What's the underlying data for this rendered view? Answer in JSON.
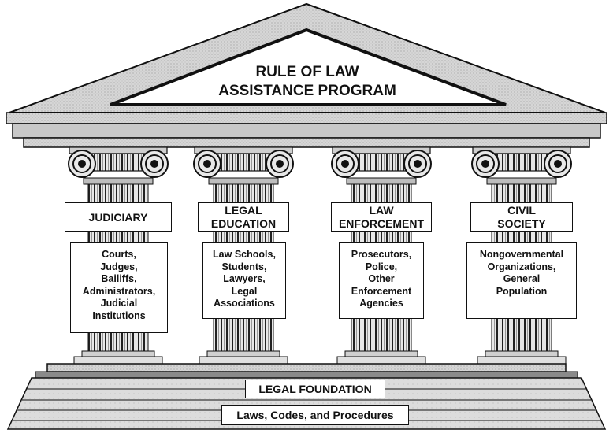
{
  "roof": {
    "title": "RULE OF LAW\nASSISTANCE PROGRAM"
  },
  "pillars": [
    {
      "title": "JUDICIARY",
      "items": "Courts,\nJudges,\nBailiffs,\nAdministrators,\nJudicial\nInstitutions"
    },
    {
      "title": "LEGAL\nEDUCATION",
      "items": "Law Schools,\nStudents,\nLawyers,\nLegal\nAssociations"
    },
    {
      "title": "LAW\nENFORCEMENT",
      "items": "Prosecutors,\nPolice,\nOther\nEnforcement\nAgencies"
    },
    {
      "title": "CIVIL\nSOCIETY",
      "items": "Nongovernmental\nOrganizations,\nGeneral\nPopulation"
    }
  ],
  "foundation": {
    "title": "LEGAL FOUNDATION",
    "subtitle": "Laws, Codes, and Procedures"
  },
  "colors": {
    "stone": "#d9d9d9",
    "shade": "#a8a8a8",
    "outline": "#111111"
  }
}
